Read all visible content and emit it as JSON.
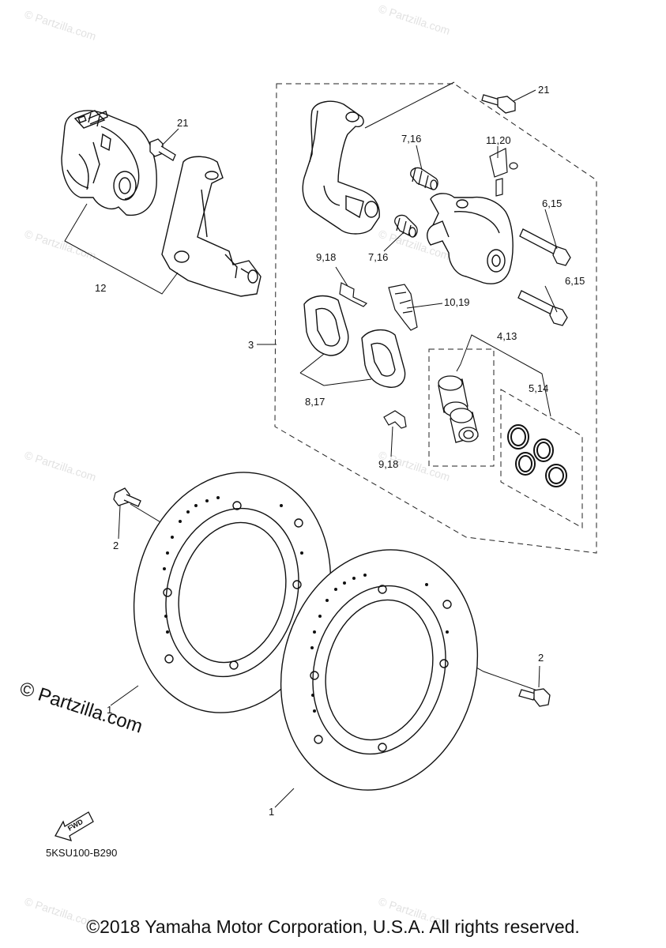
{
  "watermark": {
    "text": "© Partzilla.com"
  },
  "diagram": {
    "callouts": {
      "c21_top": "21",
      "c21_left": "21",
      "c7_16_a": "7,16",
      "c11_20": "11,20",
      "c6_15_a": "6,15",
      "c6_15_b": "6,15",
      "c7_16_b": "7,16",
      "c9_18_a": "9,18",
      "c10_19": "10,19",
      "c3": "3",
      "c12": "12",
      "c4_13": "4,13",
      "c5_14": "5,14",
      "c8_17": "8,17",
      "c9_18_b": "9,18",
      "c2_left": "2",
      "c2_right": "2",
      "c1_left": "1",
      "c1_bottom": "1"
    },
    "fwd_label": "FWD",
    "doc_code": "5KSU100-B290"
  },
  "footer": {
    "copyright": "©2018 Yamaha Motor Corporation, U.S.A. All rights reserved."
  }
}
